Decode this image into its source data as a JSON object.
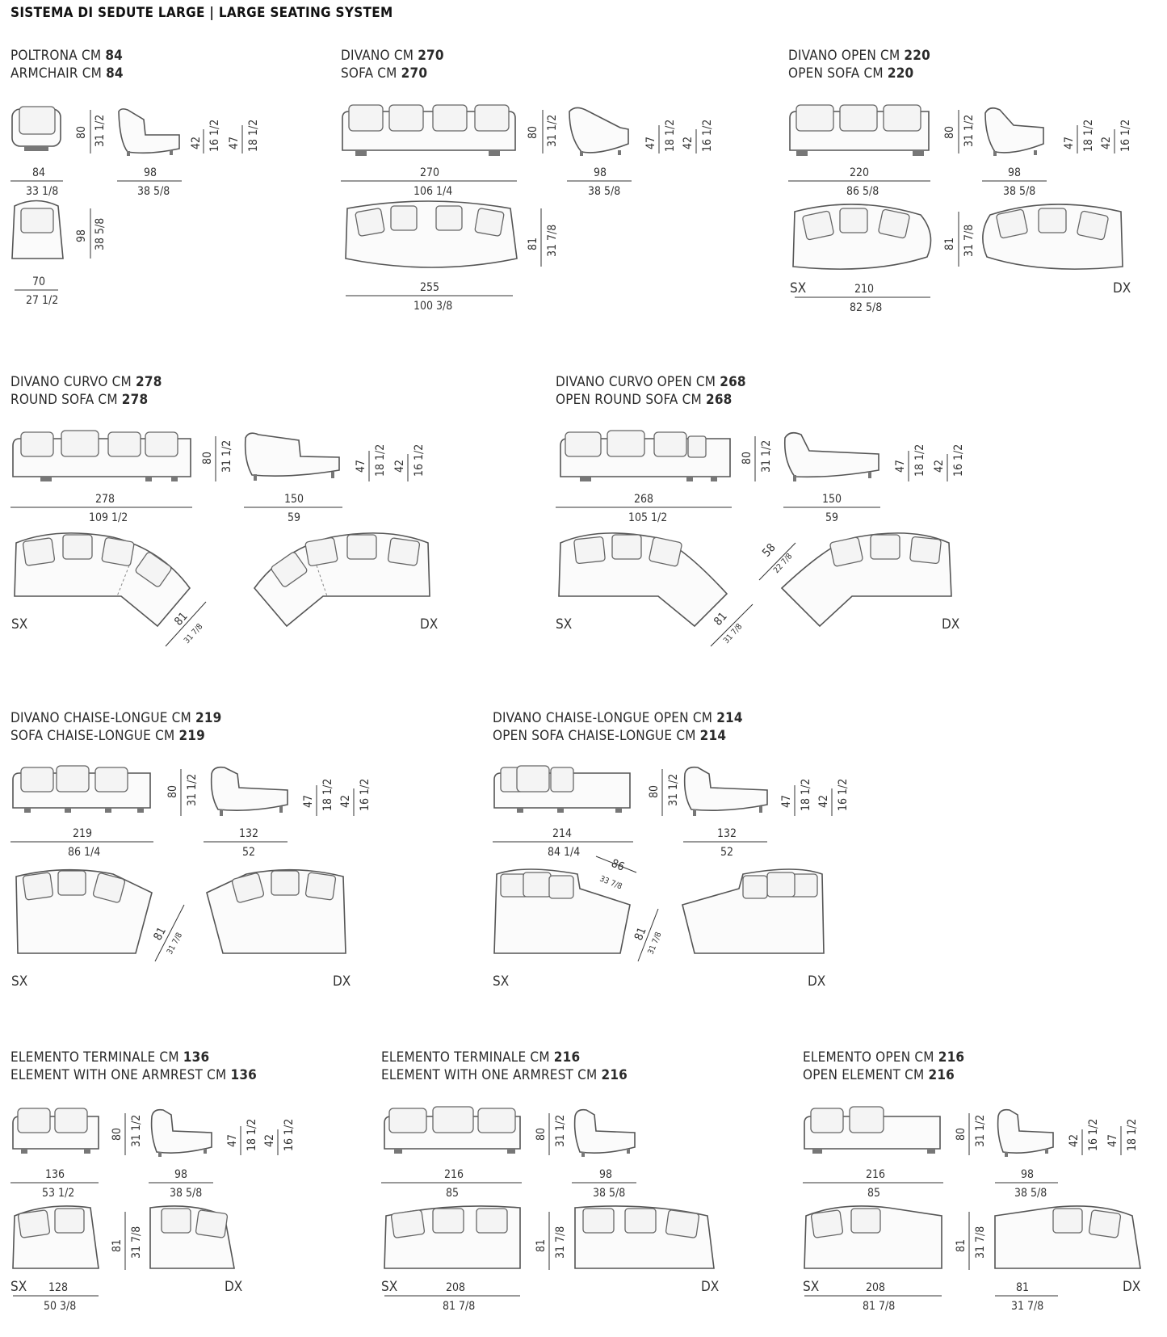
{
  "page_title": "SISTEMA DI SEDUTE LARGE | LARGE SEATING SYSTEM",
  "sections": {
    "poltrona": {
      "it_label": "POLTRONA CM",
      "it_value": "84",
      "en_label": "ARMCHAIR CM",
      "en_value": "84",
      "front_w_cm": "84",
      "front_w_in": "33 1/8",
      "front_h_cm": "80",
      "front_h_in": "31 1/2",
      "side_d_cm": "98",
      "side_d_in": "38 5/8",
      "seat_h_cm": "42",
      "seat_h_in": "16 1/2",
      "arm_h_cm": "47",
      "arm_h_in": "18 1/2",
      "plan_w_cm": "70",
      "plan_w_in": "27 1/2",
      "plan_d_cm": "98",
      "plan_d_in": "38 5/8"
    },
    "divano270": {
      "it_label": "DIVANO CM",
      "it_value": "270",
      "en_label": "SOFA CM",
      "en_value": "270",
      "front_w_cm": "270",
      "front_w_in": "106 1/4",
      "front_h_cm": "80",
      "front_h_in": "31 1/2",
      "side_d_cm": "98",
      "side_d_in": "38 5/8",
      "arm_h_cm": "47",
      "arm_h_in": "18 1/2",
      "seat_h_cm": "42",
      "seat_h_in": "16 1/2",
      "plan_w_cm": "255",
      "plan_w_in": "100 3/8",
      "plan_d_cm": "81",
      "plan_d_in": "31 7/8"
    },
    "divanoOpen220": {
      "it_label": "DIVANO OPEN CM",
      "it_value": "220",
      "en_label": "OPEN SOFA CM",
      "en_value": "220",
      "front_w_cm": "220",
      "front_w_in": "86 5/8",
      "front_h_cm": "80",
      "front_h_in": "31 1/2",
      "side_d_cm": "98",
      "side_d_in": "38 5/8",
      "arm_h_cm": "47",
      "arm_h_in": "18 1/2",
      "seat_h_cm": "42",
      "seat_h_in": "16 1/2",
      "plan_w_cm": "210",
      "plan_w_in": "82 5/8",
      "plan_d_cm": "81",
      "plan_d_in": "31 7/8",
      "sx": "SX",
      "dx": "DX"
    },
    "curvo278": {
      "it_label": "DIVANO CURVO CM",
      "it_value": "278",
      "en_label": "ROUND SOFA CM",
      "en_value": "278",
      "front_w_cm": "278",
      "front_w_in": "109 1/2",
      "front_h_cm": "80",
      "front_h_in": "31 1/2",
      "side_d_cm": "150",
      "side_d_in": "59",
      "arm_h_cm": "47",
      "arm_h_in": "18 1/2",
      "seat_h_cm": "42",
      "seat_h_in": "16 1/2",
      "plan_d_cm": "81",
      "plan_d_in": "31 7/8",
      "sx": "SX",
      "dx": "DX"
    },
    "curvoOpen268": {
      "it_label": "DIVANO CURVO OPEN CM",
      "it_value": "268",
      "en_label": "OPEN ROUND SOFA CM",
      "en_value": "268",
      "front_w_cm": "268",
      "front_w_in": "105 1/2",
      "front_h_cm": "80",
      "front_h_in": "31 1/2",
      "side_d_cm": "150",
      "side_d_in": "59",
      "arm_h_cm": "47",
      "arm_h_in": "18 1/2",
      "seat_h_cm": "42",
      "seat_h_in": "16 1/2",
      "plan_d_cm": "81",
      "plan_d_in": "31 7/8",
      "plan_e_cm": "58",
      "plan_e_in": "22 7/8",
      "sx": "SX",
      "dx": "DX"
    },
    "chaise219": {
      "it_label": "DIVANO CHAISE-LONGUE CM",
      "it_value": "219",
      "en_label": "SOFA CHAISE-LONGUE CM",
      "en_value": "219",
      "front_w_cm": "219",
      "front_w_in": "86 1/4",
      "front_h_cm": "80",
      "front_h_in": "31 1/2",
      "side_d_cm": "132",
      "side_d_in": "52",
      "arm_h_cm": "47",
      "arm_h_in": "18 1/2",
      "seat_h_cm": "42",
      "seat_h_in": "16 1/2",
      "plan_d_cm": "81",
      "plan_d_in": "31 7/8",
      "sx": "SX",
      "dx": "DX"
    },
    "chaiseOpen214": {
      "it_label": "DIVANO CHAISE-LONGUE OPEN CM",
      "it_value": "214",
      "en_label": "OPEN SOFA CHAISE-LONGUE CM",
      "en_value": "214",
      "front_w_cm": "214",
      "front_w_in": "84 1/4",
      "front_h_cm": "80",
      "front_h_in": "31 1/2",
      "side_d_cm": "132",
      "side_d_in": "52",
      "arm_h_cm": "47",
      "arm_h_in": "18 1/2",
      "seat_h_cm": "42",
      "seat_h_in": "16 1/2",
      "plan_d_cm": "81",
      "plan_d_in": "31 7/8",
      "plan_e_cm": "86",
      "plan_e_in": "33 7/8",
      "sx": "SX",
      "dx": "DX"
    },
    "terminale136": {
      "it_label": "ELEMENTO TERMINALE CM",
      "it_value": "136",
      "en_label": "ELEMENT WITH ONE ARMREST CM",
      "en_value": "136",
      "front_w_cm": "136",
      "front_w_in": "53 1/2",
      "front_h_cm": "80",
      "front_h_in": "31 1/2",
      "side_d_cm": "98",
      "side_d_in": "38 5/8",
      "arm_h_cm": "47",
      "arm_h_in": "18 1/2",
      "seat_h_cm": "42",
      "seat_h_in": "16 1/2",
      "plan_w_cm": "128",
      "plan_w_in": "50 3/8",
      "plan_d_cm": "81",
      "plan_d_in": "31 7/8",
      "sx": "SX",
      "dx": "DX"
    },
    "terminale216": {
      "it_label": "ELEMENTO TERMINALE CM",
      "it_value": "216",
      "en_label": "ELEMENT WITH ONE ARMREST CM",
      "en_value": "216",
      "front_w_cm": "216",
      "front_w_in": "85",
      "front_h_cm": "80",
      "front_h_in": "31 1/2",
      "side_d_cm": "98",
      "side_d_in": "38 5/8",
      "plan_w_cm": "208",
      "plan_w_in": "81 7/8",
      "plan_d_cm": "81",
      "plan_d_in": "31 7/8",
      "sx": "SX",
      "dx": "DX"
    },
    "open216": {
      "it_label": "ELEMENTO OPEN CM",
      "it_value": "216",
      "en_label": "OPEN ELEMENT CM",
      "en_value": "216",
      "front_w_cm": "216",
      "front_w_in": "85",
      "front_h_cm": "80",
      "front_h_in": "31 1/2",
      "side_d_cm": "98",
      "side_d_in": "38 5/8",
      "seat_h_cm": "42",
      "seat_h_in": "16 1/2",
      "arm_h_cm": "47",
      "arm_h_in": "18 1/2",
      "plan_w_cm": "208",
      "plan_w_in": "81 7/8",
      "plan_d_cm": "81",
      "plan_d_in": "31 7/8",
      "plan_w2_cm": "81",
      "plan_w2_in": "31 7/8",
      "sx": "SX",
      "dx": "DX"
    }
  }
}
